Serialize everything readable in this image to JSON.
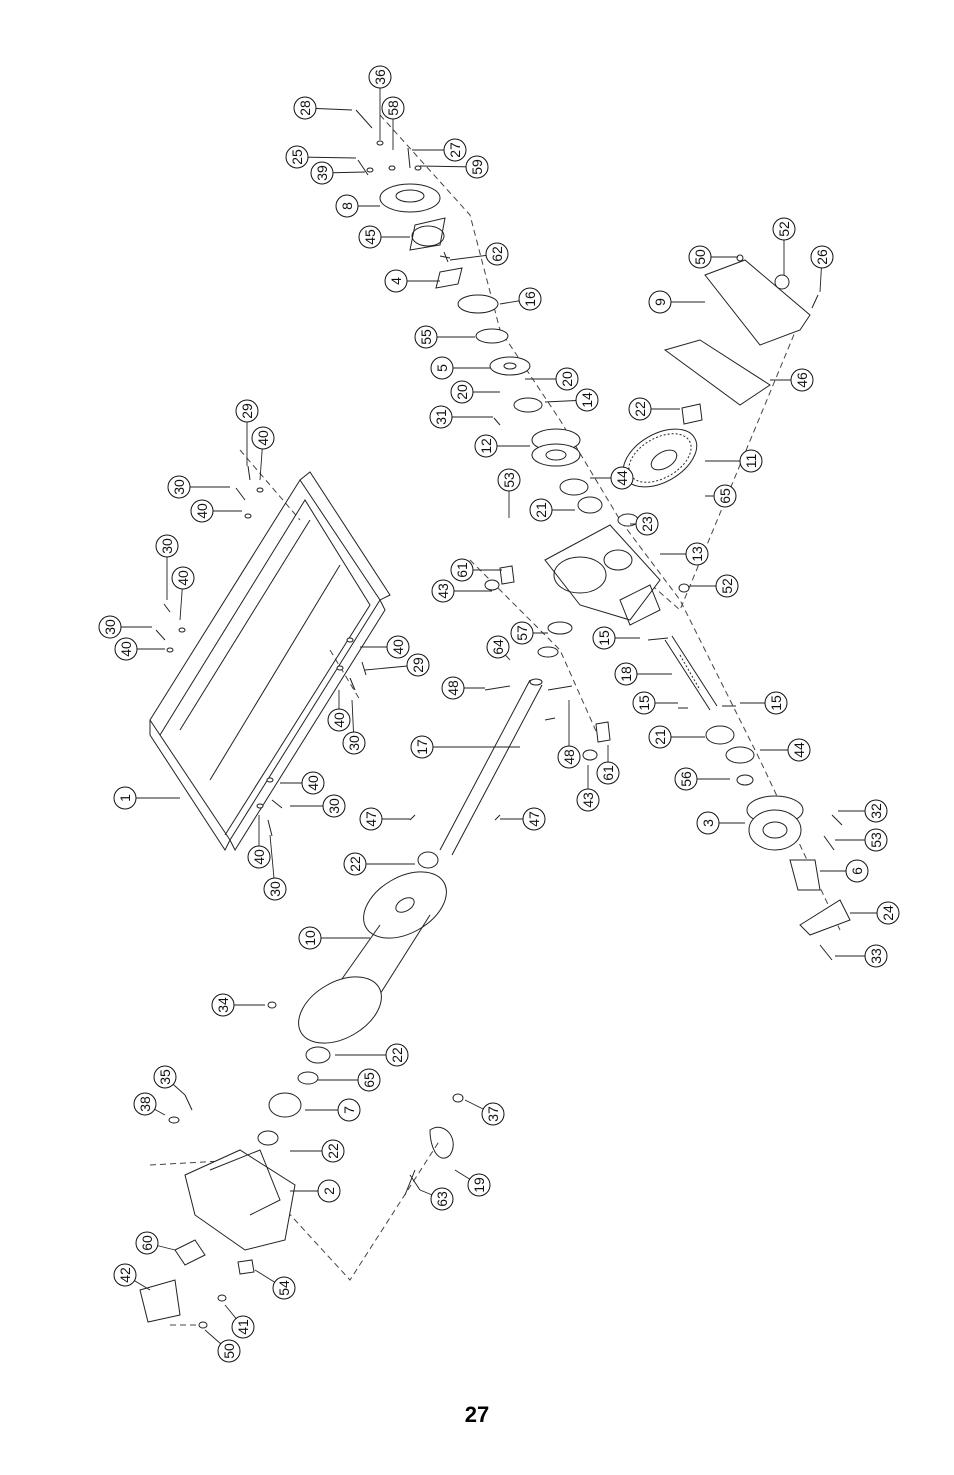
{
  "page": {
    "number": "27"
  },
  "callouts": [
    {
      "label": "28"
    },
    {
      "label": "36"
    },
    {
      "label": "58"
    },
    {
      "label": "25"
    },
    {
      "label": "27"
    },
    {
      "label": "39"
    },
    {
      "label": "59"
    },
    {
      "label": "8"
    },
    {
      "label": "45"
    },
    {
      "label": "62"
    },
    {
      "label": "4"
    },
    {
      "label": "16"
    },
    {
      "label": "55"
    },
    {
      "label": "5"
    },
    {
      "label": "20"
    },
    {
      "label": "20"
    },
    {
      "label": "14"
    },
    {
      "label": "31"
    },
    {
      "label": "12"
    },
    {
      "label": "53"
    },
    {
      "label": "44"
    },
    {
      "label": "21"
    },
    {
      "label": "23"
    },
    {
      "label": "22"
    },
    {
      "label": "11"
    },
    {
      "label": "65"
    },
    {
      "label": "13"
    },
    {
      "label": "52"
    },
    {
      "label": "9"
    },
    {
      "label": "50"
    },
    {
      "label": "52"
    },
    {
      "label": "26"
    },
    {
      "label": "46"
    },
    {
      "label": "43"
    },
    {
      "label": "61"
    },
    {
      "label": "57"
    },
    {
      "label": "15"
    },
    {
      "label": "64"
    },
    {
      "label": "18"
    },
    {
      "label": "48"
    },
    {
      "label": "15"
    },
    {
      "label": "15"
    },
    {
      "label": "17"
    },
    {
      "label": "21"
    },
    {
      "label": "44"
    },
    {
      "label": "48"
    },
    {
      "label": "61"
    },
    {
      "label": "43"
    },
    {
      "label": "56"
    },
    {
      "label": "3"
    },
    {
      "label": "32"
    },
    {
      "label": "53"
    },
    {
      "label": "6"
    },
    {
      "label": "24"
    },
    {
      "label": "33"
    },
    {
      "label": "47"
    },
    {
      "label": "47"
    },
    {
      "label": "29"
    },
    {
      "label": "40"
    },
    {
      "label": "30"
    },
    {
      "label": "40"
    },
    {
      "label": "30"
    },
    {
      "label": "40"
    },
    {
      "label": "30"
    },
    {
      "label": "40"
    },
    {
      "label": "40"
    },
    {
      "label": "29"
    },
    {
      "label": "40"
    },
    {
      "label": "30"
    },
    {
      "label": "40"
    },
    {
      "label": "30"
    },
    {
      "label": "40"
    },
    {
      "label": "30"
    },
    {
      "label": "1"
    },
    {
      "label": "22"
    },
    {
      "label": "10"
    },
    {
      "label": "34"
    },
    {
      "label": "22"
    },
    {
      "label": "65"
    },
    {
      "label": "35"
    },
    {
      "label": "38"
    },
    {
      "label": "7"
    },
    {
      "label": "22"
    },
    {
      "label": "2"
    },
    {
      "label": "37"
    },
    {
      "label": "19"
    },
    {
      "label": "63"
    },
    {
      "label": "60"
    },
    {
      "label": "54"
    },
    {
      "label": "42"
    },
    {
      "label": "41"
    },
    {
      "label": "50"
    }
  ]
}
